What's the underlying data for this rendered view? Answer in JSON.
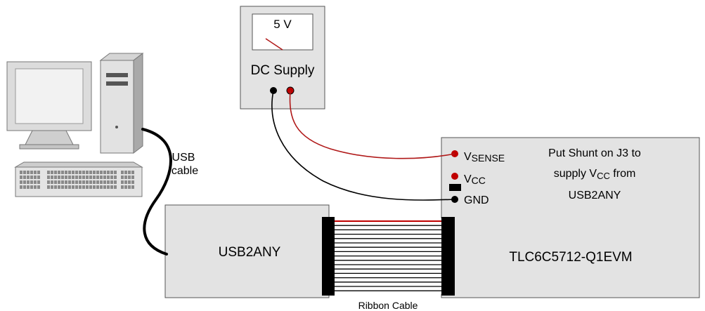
{
  "supply": {
    "meter_reading": "5 V",
    "label": "DC Supply"
  },
  "cables": {
    "usb_line1": "USB",
    "usb_line2": "cable",
    "ribbon": "Ribbon Cable"
  },
  "usb2any": {
    "label": "USB2ANY"
  },
  "evm": {
    "label": "TLC6C5712-Q1EVM",
    "pins": {
      "vsense_main": "V",
      "vsense_sub": "SENSE",
      "vcc_main": "V",
      "vcc_sub": "CC",
      "gnd": "GND"
    },
    "note": {
      "line1": "Put Shunt on J3 to",
      "line2_prefix": "supply V",
      "line2_sub": "CC",
      "line2_suffix": " from",
      "line3": "USB2ANY"
    }
  },
  "colors": {
    "box_fill": "#e3e3e3",
    "wire_red": "#b01818",
    "wire_black": "#000000",
    "ribbon_red_stripe": "#c00000"
  }
}
